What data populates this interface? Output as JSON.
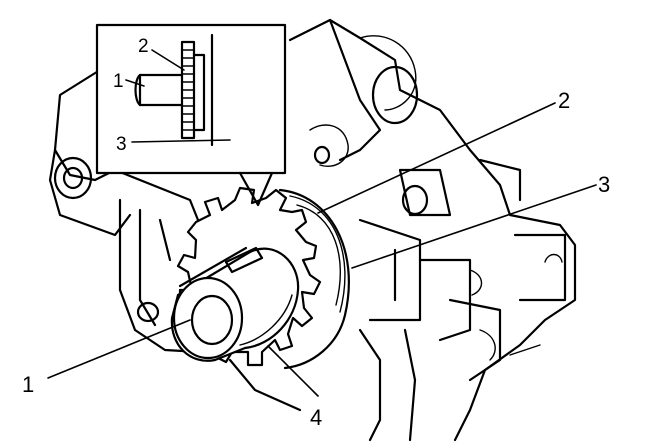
{
  "callouts": {
    "main": {
      "shaft": "1",
      "sprocket_face": "2",
      "housing": "3",
      "tooth": "4"
    },
    "inset": {
      "shaft": "1",
      "sprocket": "2",
      "reference": "3"
    }
  },
  "colors": {
    "line": "#000000",
    "background": "#ffffff"
  }
}
